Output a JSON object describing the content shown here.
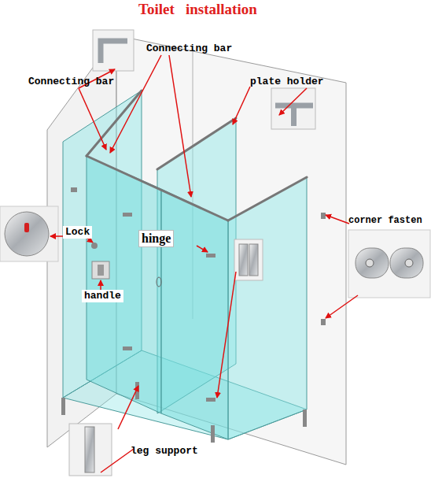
{
  "diagram": {
    "title": "Toilet   installation",
    "labels": [
      "Connecting bar",
      "Connecting bar",
      "plate holder",
      "Lock",
      "hinge",
      "corner fasten",
      "handle",
      "leg support"
    ]
  }
}
